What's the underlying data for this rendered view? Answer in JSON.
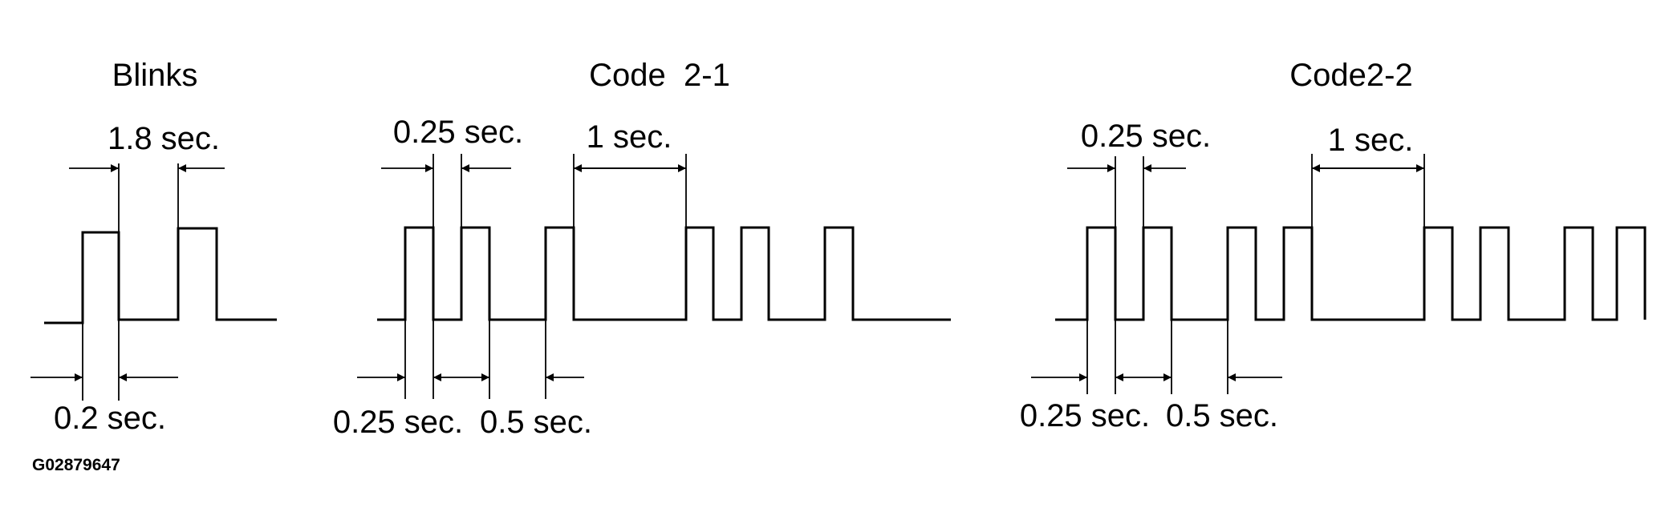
{
  "diagram_id": "G02879647",
  "panels": {
    "blinks": {
      "title": "Blinks",
      "top_label": "1.8 sec.",
      "bottom_label": "0.2 sec."
    },
    "code_2_1": {
      "title": "Code  2-1",
      "top_left_label": "0.25 sec.",
      "top_right_label": "1 sec.",
      "bottom_left_label": "0.25 sec.",
      "bottom_right_label": "0.5 sec."
    },
    "code_2_2": {
      "title": "Code2-2",
      "top_left_label": "0.25 sec.",
      "top_right_label": "1 sec.",
      "bottom_left_label": "0.25 sec.",
      "bottom_right_label": "0.5 sec."
    }
  },
  "colors": {
    "ink": "#000000",
    "background": "#ffffff"
  }
}
